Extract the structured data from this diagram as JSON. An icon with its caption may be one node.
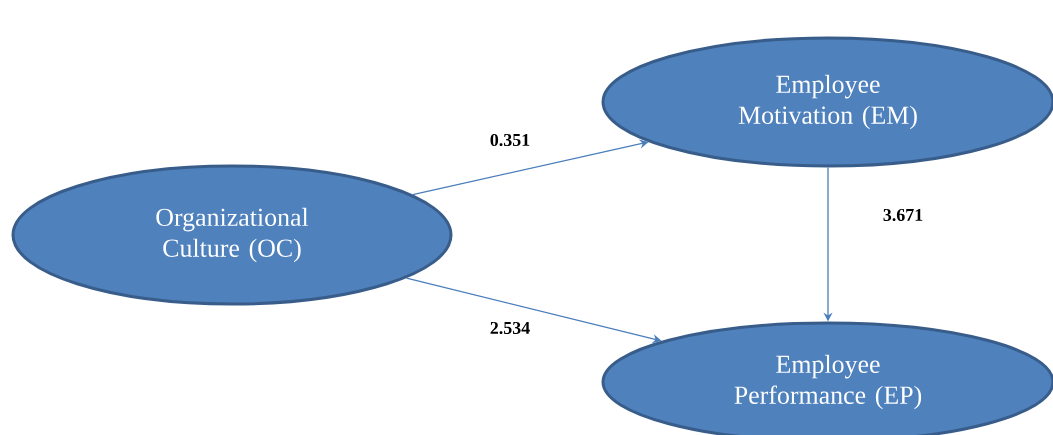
{
  "diagram": {
    "nodes": [
      {
        "text": [
          "Organizational Culture (OC)"
        ]
      },
      {
        "text": [
          "Employee Motivation (EM)"
        ]
      },
      {
        "text": [
          "Employee Performance (EP)"
        ]
      }
    ],
    "edges": [
      {
        "from": 0,
        "to": 1,
        "arrow": "to",
        "label": "0.351"
      },
      {
        "from": 0,
        "to": 2,
        "arrow": "to",
        "label": "2.534"
      },
      {
        "from": 1,
        "to": 2,
        "arrow": "to",
        "label": "3.671"
      }
    ]
  }
}
